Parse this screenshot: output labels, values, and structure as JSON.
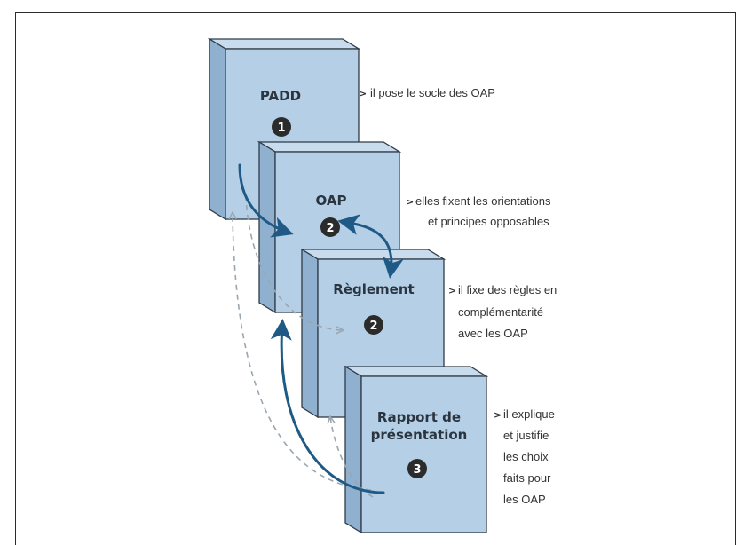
{
  "colors": {
    "doc_front": "#b4cfe6",
    "doc_side": "#8fb1cf",
    "arrow_solid": "#1f5a86",
    "arrow_dashed": "#9aa6b0",
    "frame": "#2b2b2b"
  },
  "documents": [
    {
      "title_lines": [
        "PADD"
      ],
      "badge": "1",
      "note_lines": [
        "il pose le socle des OAP"
      ]
    },
    {
      "title_lines": [
        "OAP"
      ],
      "badge": "2",
      "note_lines": [
        "elles fixent les orientations",
        "et principes opposables"
      ]
    },
    {
      "title_lines": [
        "Règlement"
      ],
      "badge": "2",
      "note_lines": [
        "il fixe des règles en",
        "complémentarité",
        "avec les OAP"
      ]
    },
    {
      "title_lines": [
        "Rapport de",
        "présentation"
      ],
      "badge": "3",
      "note_lines": [
        "il explique",
        "et justifie",
        "les choix",
        "faits pour",
        "les OAP"
      ]
    }
  ]
}
